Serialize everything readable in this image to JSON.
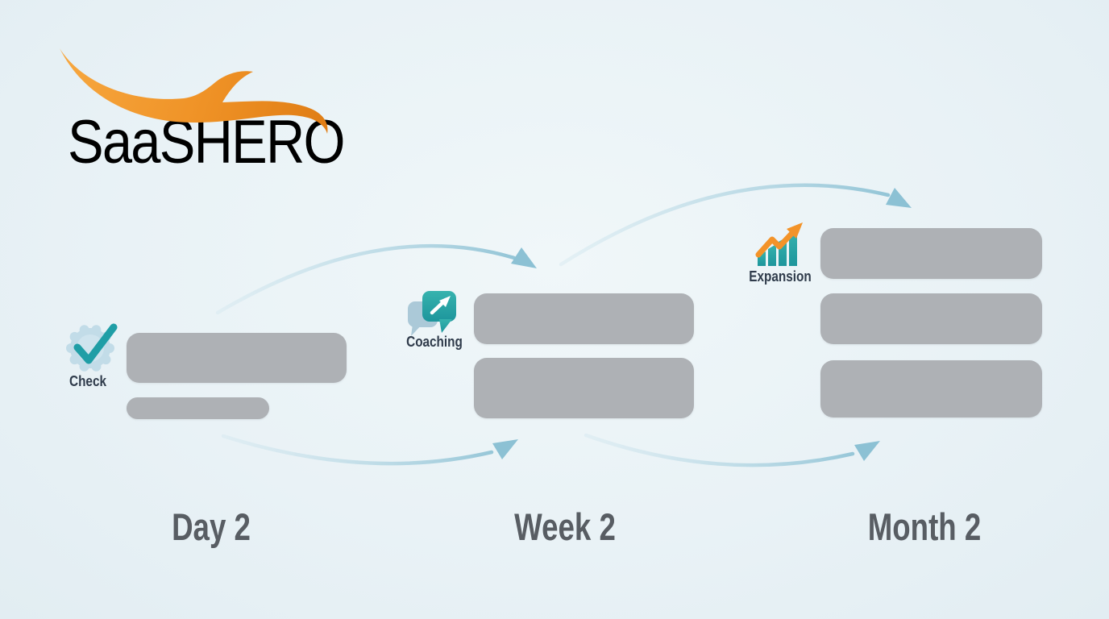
{
  "logo": {
    "brand_primary": "SaaS",
    "brand_secondary": "HERO",
    "swoosh_icon": "orange-wave-swoosh"
  },
  "stages": [
    {
      "id": "day-2",
      "label": "Day 2",
      "icon_name": "check-badge-icon",
      "icon_label": "Check",
      "placeholder_count": 2
    },
    {
      "id": "week-2",
      "label": "Week 2",
      "icon_name": "coaching-chat-icon",
      "icon_label": "Coaching",
      "placeholder_count": 2
    },
    {
      "id": "month-2",
      "label": "Month 2",
      "icon_name": "expansion-chart-icon",
      "icon_label": "Expansion",
      "placeholder_count": 3
    }
  ],
  "flow": {
    "top_arrows": [
      "day-2 to week-2",
      "week-2 to month-2"
    ],
    "bottom_arrows": [
      "day-2 to week-2",
      "week-2 to month-2"
    ]
  },
  "colors": {
    "background": "#e9f2f6",
    "accent_teal": "#23a2a7",
    "accent_orange": "#f39329",
    "placeholder_gray": "#aeb1b5",
    "arrow_blue": "#8cc1d4",
    "icon_label_dark": "#2f3b4b",
    "stage_label_gray": "#585d63",
    "logo_gray_light": "#65686d",
    "logo_gray_dark": "#494c51"
  }
}
